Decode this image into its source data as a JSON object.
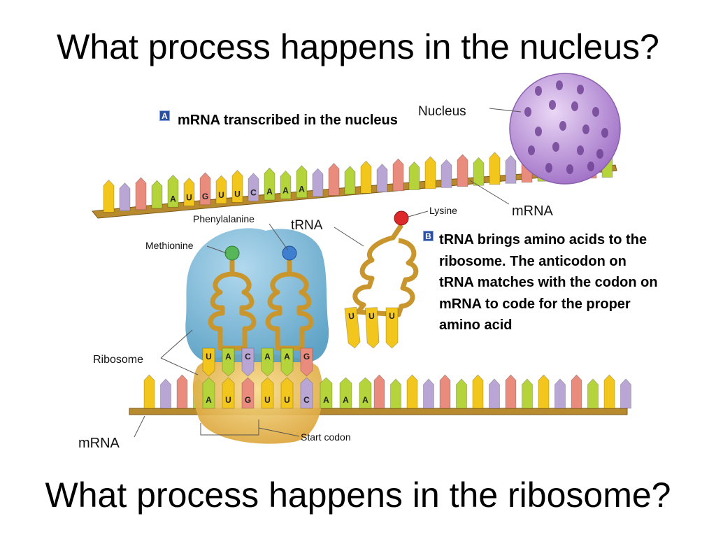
{
  "title_top": "What process happens in the nucleus?",
  "title_bottom": "What process happens in the ribosome?",
  "step_a": {
    "badge": "A",
    "text": "mRNA transcribed in the nucleus"
  },
  "step_b": {
    "badge": "B",
    "text": "tRNA brings amino acids to the ribosome. The anticodon on tRNA matches with the codon on mRNA to code for the proper amino acid"
  },
  "labels": {
    "nucleus": "Nucleus",
    "mrna_top": "mRNA",
    "lysine": "Lysine",
    "trna": "tRNA",
    "phenylalanine": "Phenylalanine",
    "methionine": "Methionine",
    "ribosome": "Ribosome",
    "mrna_bottom": "mRNA",
    "start_codon": "Start codon"
  },
  "top_strand_bases": [
    "A",
    "U",
    "G",
    "U",
    "U",
    "C",
    "A",
    "A",
    "A"
  ],
  "ribosome_codons": [
    "A",
    "U",
    "G",
    "U",
    "U",
    "C",
    "A",
    "A",
    "A"
  ],
  "ribosome_anticodons": [
    "U",
    "A",
    "C",
    "A",
    "A",
    "G"
  ],
  "free_trna_anticodon": [
    "U",
    "U",
    "U"
  ],
  "colors": {
    "A": "#b5d33a",
    "U": "#f2c61c",
    "G": "#e98c7d",
    "C": "#b9a6d4",
    "backbone": "#b88a2e",
    "nucleus": "#b88fd2",
    "ribosome": "#6aaecd",
    "ribosome_small": "#e8b64c",
    "trna_body": "#c9962e",
    "methionine": "#57b55a",
    "phenylalanine": "#3f7fd0",
    "lysine": "#dc2a2a"
  }
}
